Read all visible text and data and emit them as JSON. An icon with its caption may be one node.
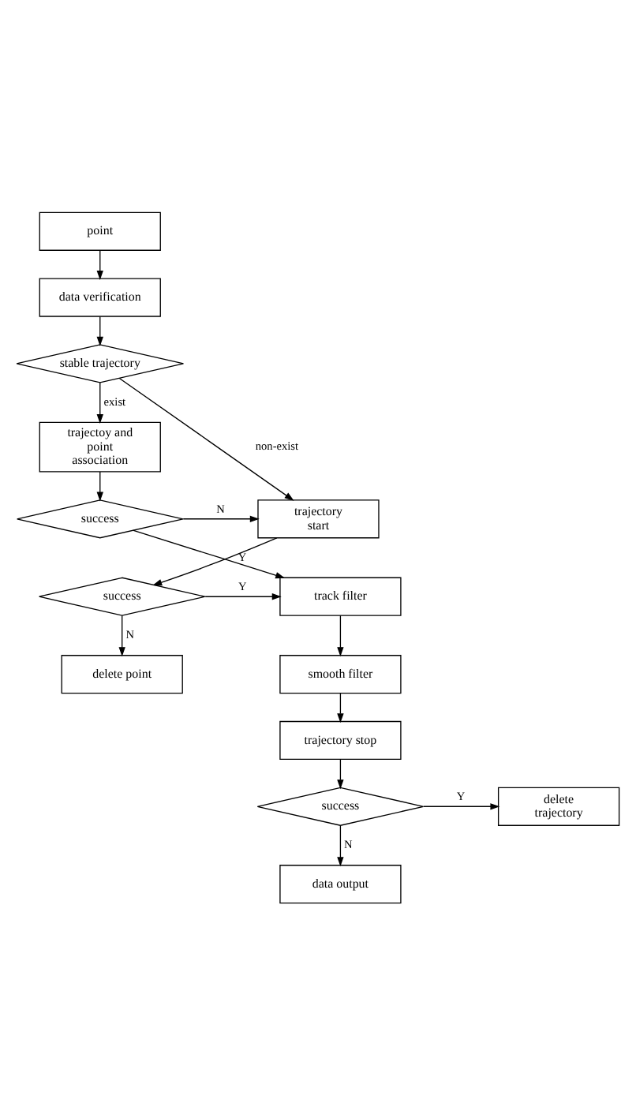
{
  "diagram": {
    "nodes": [
      {
        "text": [
          "point"
        ]
      },
      {
        "text": [
          "data verification"
        ]
      },
      {
        "text": [
          "stable trajectory"
        ]
      },
      {
        "text": [
          "trajectoy and point association"
        ]
      },
      {
        "text": [
          "success"
        ]
      },
      {
        "text": [
          "trajectory start"
        ]
      },
      {
        "text": [
          "track filter"
        ]
      },
      {
        "text": [
          "success"
        ]
      },
      {
        "text": [
          "delete point"
        ]
      },
      {
        "text": [
          "smooth filter"
        ]
      },
      {
        "text": [
          "trajectory stop"
        ]
      },
      {
        "text": [
          "success"
        ]
      },
      {
        "text": [
          "delete trajectory"
        ]
      },
      {
        "text": [
          "data output"
        ]
      }
    ],
    "edges": [
      {
        "from": 0,
        "to": 1,
        "arrow": "to"
      },
      {
        "from": 1,
        "to": 2,
        "arrow": "to"
      },
      {
        "from": 2,
        "to": 3,
        "arrow": "to",
        "label": "exist"
      },
      {
        "from": 2,
        "to": 5,
        "arrow": "to",
        "label": "non-exist"
      },
      {
        "from": 3,
        "to": 4,
        "arrow": "to"
      },
      {
        "from": 4,
        "to": 5,
        "arrow": "to",
        "label": "N"
      },
      {
        "from": 4,
        "to": 6,
        "arrow": "to",
        "label": "Y"
      },
      {
        "from": 5,
        "to": 7,
        "arrow": "to"
      },
      {
        "from": 7,
        "to": 6,
        "arrow": "to",
        "label": "Y"
      },
      {
        "from": 7,
        "to": 8,
        "arrow": "to",
        "label": "N"
      },
      {
        "from": 6,
        "to": 9,
        "arrow": "to"
      },
      {
        "from": 9,
        "to": 10,
        "arrow": "to"
      },
      {
        "from": 10,
        "to": 11,
        "arrow": "to"
      },
      {
        "from": 11,
        "to": 12,
        "arrow": "to",
        "label": "Y"
      },
      {
        "from": 11,
        "to": 13,
        "arrow": "to",
        "label": "N"
      }
    ]
  }
}
